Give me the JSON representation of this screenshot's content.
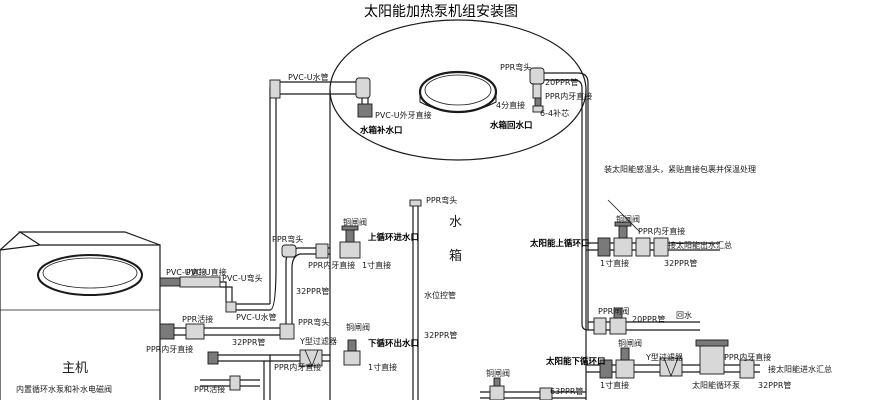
{
  "title": "太阳能加热泵机组安装图",
  "labels": {
    "pvc_u_pipe_top": "PVC-U水管",
    "pvc_u_external_straight": "PVC-U外牙直接",
    "tank_fill_inlet": "水箱补水口",
    "ppr_elbow_top": "PPR弯头",
    "ppr_20": "20PPR管",
    "ppr_internal_straight_top": "PPR内牙直接",
    "four_fen_straight": "4分直接",
    "six_four_core": "6-4补芯",
    "tank_return_port": "水箱回水口",
    "sensor_note": "装太阳能感温头，紧贴直接包裹并保温处理",
    "ppr_elbow_mid": "PPR弯头",
    "water": "水",
    "tank": "箱",
    "level_pipe": "水位控管",
    "ppr_32_mid": "32PPR管",
    "steel_valve_1": "铜闸阀",
    "ppr_elbow_2": "PPR弯头",
    "upper_circ_inlet": "上循环进水口",
    "ppr_internal_straight_2": "PPR内牙直接",
    "one_inch_straight_1": "1寸直接",
    "ppr_32_left": "32PPR管",
    "ppr_elbow_3": "PPR弯头",
    "y_filter_1": "Y型过滤器",
    "steel_valve_2": "铜闸阀",
    "lower_circ_outlet": "下循环出水口",
    "ppr_internal_straight_3": "PPR内牙直接",
    "one_inch_straight_2": "1寸直接",
    "pvc_u_straight": "PVC-U直接",
    "pvc_u_straight_2": "PVC-U直接",
    "pvc_u_elbow": "PVC-U弯头",
    "pvc_u_pipe_left": "PVC-U水管",
    "ppr_live_joint_1": "PPR活接",
    "ppr_internal_straight_left": "PPR内牙直接",
    "ppr_32_bottom": "32PPR管",
    "ppr_live_joint_2": "PPR活接",
    "host": "主机",
    "host_desc": "内置循环水泵和补水电磁阀",
    "steel_valve_r1": "铜闸阀",
    "ppr_internal_straight_r1": "PPR内牙直接",
    "solar_upper_circ": "太阳能上循环口",
    "connect_solar_out": "接太阳能出水汇总",
    "one_inch_straight_r1": "1寸直接",
    "ppr_32_r1": "32PPR管",
    "steel_valve_r2": "PPR闸阀",
    "ppr_20_r": "20PPR管",
    "return_water": "回水",
    "solar_lower_circ": "太阳能下循环口",
    "steel_valve_r3": "铜闸阀",
    "y_filter_r": "Y型过滤器",
    "ppr_internal_straight_r2": "PPR内牙直接",
    "connect_solar_in": "接太阳能进水汇总",
    "one_inch_straight_r2": "1寸直接",
    "solar_circ_pump": "太阳能循环泵",
    "ppr_32_r2": "32PPR管",
    "steel_valve_bottom": "铜闸阀",
    "ppr_63": "63PPR管"
  }
}
